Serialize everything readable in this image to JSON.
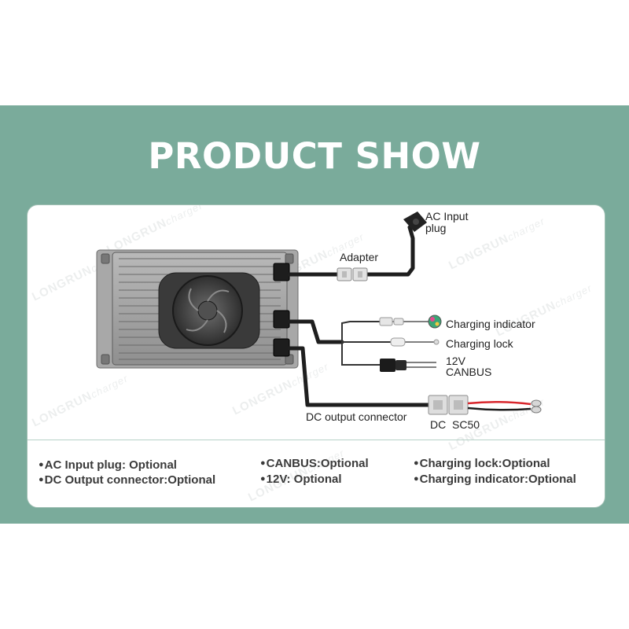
{
  "title": "PRODUCT SHOW",
  "watermark": {
    "brand": "LONGRUN",
    "suffix": "charger"
  },
  "labels": {
    "ac_input_plug": "AC Input plug",
    "adapter": "Adapter",
    "charging_indicator": "Charging indicator",
    "charging_lock": "Charging lock",
    "v12": "12V",
    "canbus": "CANBUS",
    "dc_output_connector": "DC output connector",
    "dc": "DC",
    "sc50": "SC50"
  },
  "options": [
    "AC Input plug: Optional",
    "DC Output connector:Optional",
    "CANBUS:Optional",
    "12V: Optional",
    "Charging lock:Optional",
    "Charging indicator:Optional"
  ],
  "colors": {
    "band": "#7aab9b",
    "cable": "#1e1e1e",
    "connector": "#e2e2e2",
    "red_wire": "#d8262c",
    "indicator": "#3aa675"
  }
}
